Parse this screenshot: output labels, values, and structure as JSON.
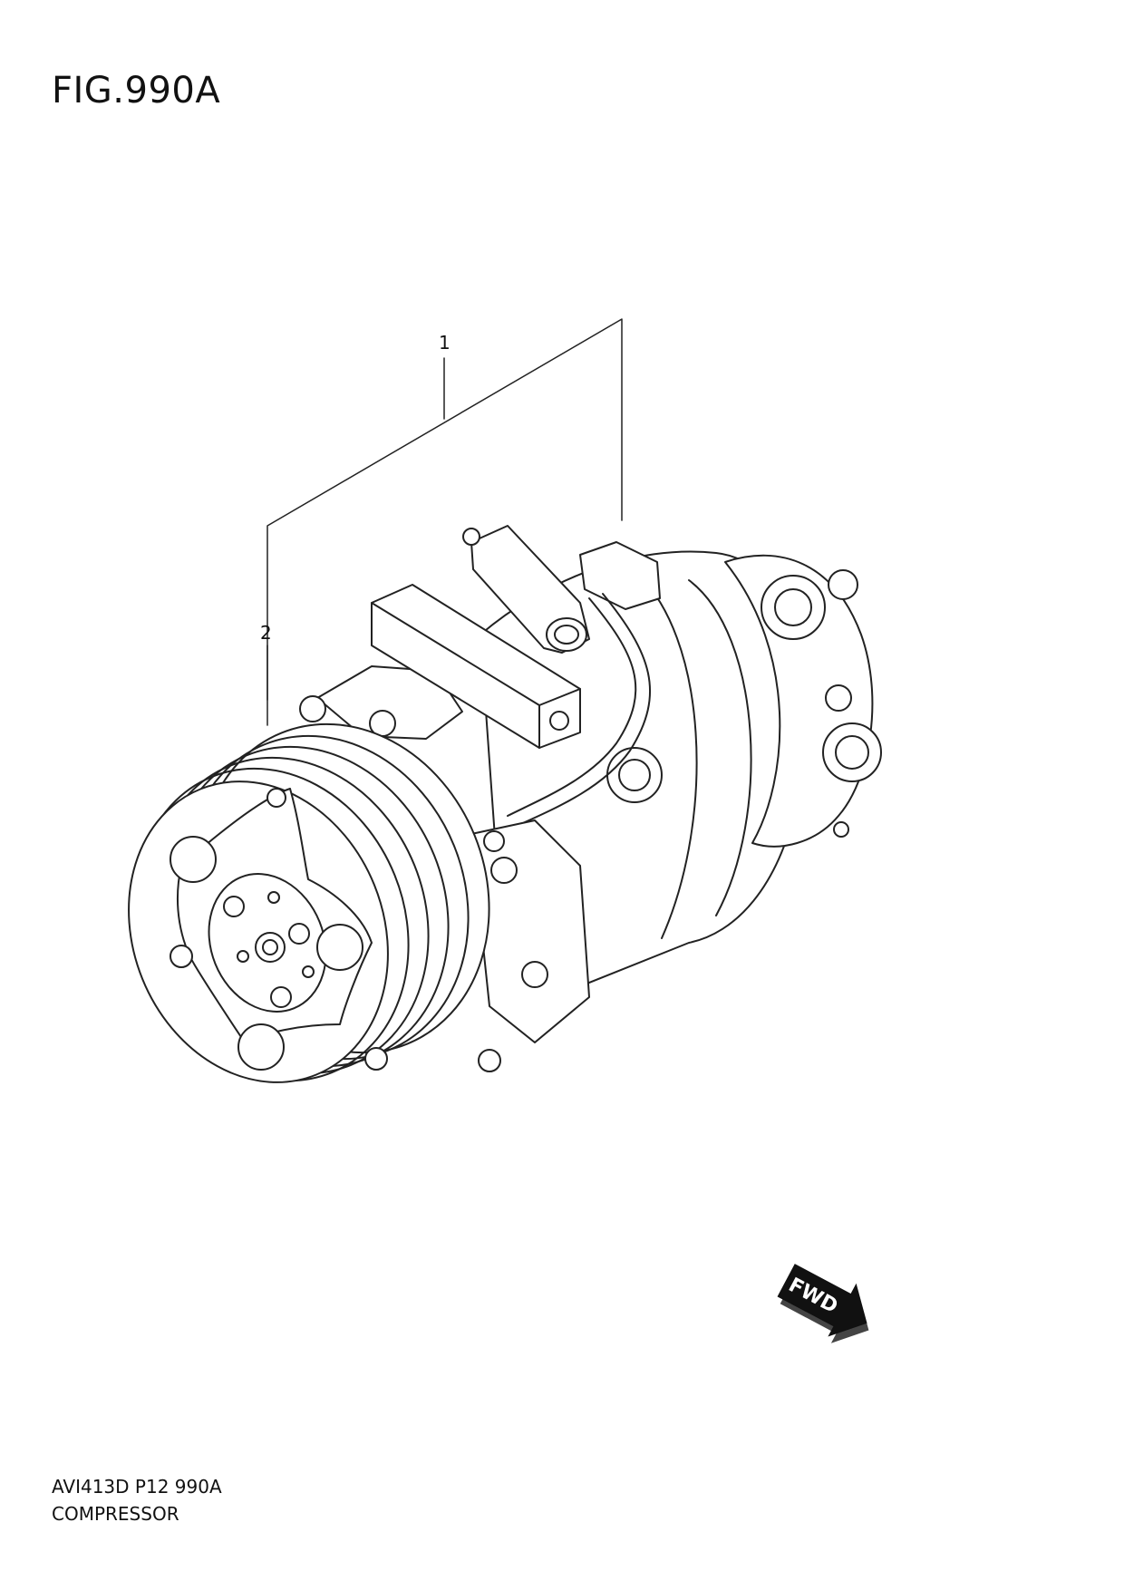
{
  "figure": {
    "title": "FIG.990A"
  },
  "callouts": [
    {
      "id": "1",
      "label": "1"
    },
    {
      "id": "2",
      "label": "2"
    }
  ],
  "direction_badge": {
    "label": "FWD"
  },
  "footer": {
    "code": "AVI413D P12 990A",
    "name": "COMPRESSOR"
  }
}
